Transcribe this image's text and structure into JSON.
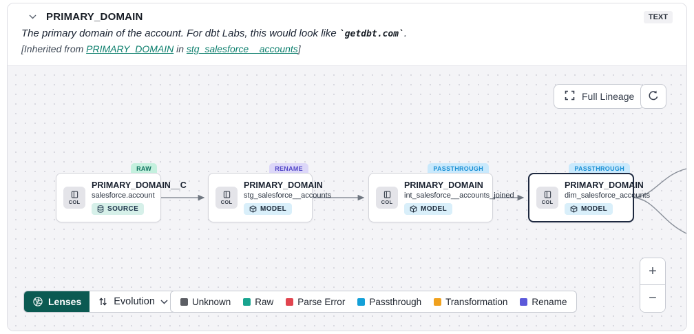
{
  "header": {
    "title": "PRIMARY_DOMAIN",
    "type_badge": "TEXT",
    "description_prefix": "The primary domain of the account. For dbt Labs, this would look like ",
    "description_code": "`getdbt.com`",
    "description_suffix": ".",
    "inherited_prefix": "[Inherited from ",
    "inherited_link_column": "PRIMARY_DOMAIN",
    "inherited_middle": " in ",
    "inherited_link_model": "stg_salesforce__accounts",
    "inherited_suffix": "]"
  },
  "canvas": {
    "full_lineage_label": "Full Lineage",
    "zoom_in_label": "+",
    "zoom_out_label": "−",
    "nodes": [
      {
        "tag": "RAW",
        "title": "PRIMARY_DOMAIN__C",
        "subtitle": "salesforce.account",
        "badge": "SOURCE",
        "col_label": "COL"
      },
      {
        "tag": "RENAME",
        "title": "PRIMARY_DOMAIN",
        "subtitle": "stg_salesforce__accounts",
        "badge": "MODEL",
        "col_label": "COL"
      },
      {
        "tag": "PASSTHROUGH",
        "title": "PRIMARY_DOMAIN",
        "subtitle": "int_salesforce__accounts_joined",
        "badge": "MODEL",
        "col_label": "COL"
      },
      {
        "tag": "PASSTHROUGH",
        "title": "PRIMARY_DOMAIN",
        "subtitle": "dim_salesforce_accounts",
        "badge": "MODEL",
        "col_label": "COL"
      }
    ]
  },
  "toolbar": {
    "lenses_label": "Lenses",
    "lens_selected": "Evolution",
    "legend": [
      {
        "label": "Unknown",
        "color": "#5c5e64"
      },
      {
        "label": "Raw",
        "color": "#18a48f"
      },
      {
        "label": "Parse Error",
        "color": "#e1454f"
      },
      {
        "label": "Passthrough",
        "color": "#14a0d8"
      },
      {
        "label": "Transformation",
        "color": "#f0a11e"
      },
      {
        "label": "Rename",
        "color": "#5b59da"
      }
    ]
  },
  "colors": {
    "lenses_button_bg": "#0b5a52",
    "link_teal": "#0d7f6d",
    "tag_raw_bg": "#c4f0de",
    "tag_rename_bg": "#dcd7f8",
    "tag_passthrough_bg": "#c9e9fc",
    "badge_source_bg": "#d6f0e9",
    "badge_model_bg": "#d9effa",
    "selected_node_border": "#1e2940",
    "canvas_bg": "#f4f4f7"
  }
}
